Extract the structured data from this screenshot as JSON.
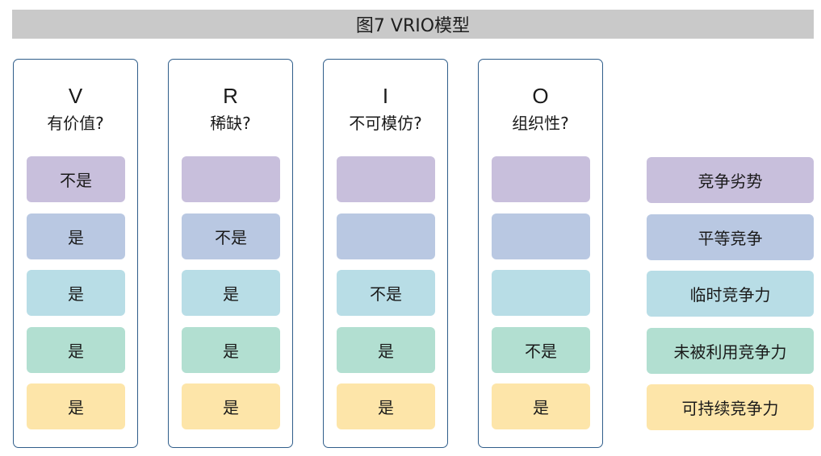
{
  "title": "图7  VRIO模型",
  "row_colors": [
    "#c8bfdc",
    "#b9c8e2",
    "#b8dde6",
    "#b2dfd1",
    "#fde5a9"
  ],
  "columns": [
    {
      "letter": "V",
      "question": "有价值?",
      "cells": [
        "不是",
        "是",
        "是",
        "是",
        "是"
      ]
    },
    {
      "letter": "R",
      "question": "稀缺?",
      "cells": [
        "",
        "不是",
        "是",
        "是",
        "是"
      ]
    },
    {
      "letter": "I",
      "question": "不可模仿?",
      "cells": [
        "",
        "",
        "不是",
        "是",
        "是"
      ]
    },
    {
      "letter": "O",
      "question": "组织性?",
      "cells": [
        "",
        "",
        "",
        "不是",
        "是"
      ]
    }
  ],
  "outcomes": [
    "竞争劣势",
    "平等竞争",
    "临时竞争力",
    "未被利用竞争力",
    "可持续竞争力"
  ]
}
